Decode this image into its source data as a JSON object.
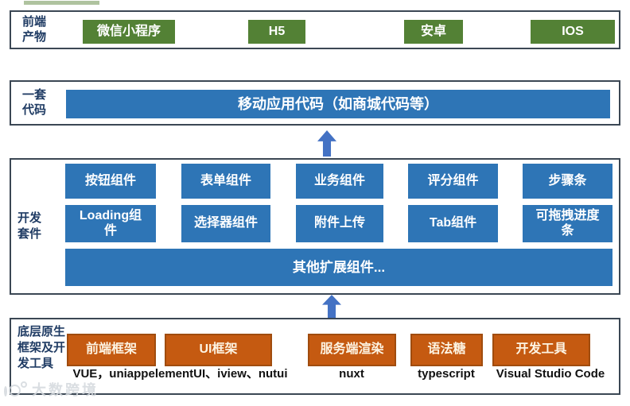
{
  "colors": {
    "product_green": "#538135",
    "component_blue": "#2e75b6",
    "framework_orange": "#c55a11",
    "arrow_blue": "#4472c4",
    "frame_border": "#3b4754",
    "label_navy": "#1f3b63"
  },
  "sections": {
    "products": {
      "label": "前端产物",
      "items": [
        "微信小程序",
        "H5",
        "安卓",
        "IOS"
      ]
    },
    "codebase": {
      "label": "一套代码",
      "box": "移动应用代码（如商城代码等）"
    },
    "devkit": {
      "label": "开发套件",
      "row1": [
        "按钮组件",
        "表单组件",
        "业务组件",
        "评分组件",
        "步骤条"
      ],
      "row2": [
        "Loading组件",
        "选择器组件",
        "附件上传",
        "Tab组件",
        "可拖拽进度条"
      ],
      "more_box": "其他扩展组件..."
    },
    "foundation": {
      "label": "底层原生框架及开发工具",
      "items": [
        {
          "label": "前端框架",
          "caption": "VUE，uniapp"
        },
        {
          "label": "UI框架",
          "caption": "elementUI、iview、nutui"
        },
        {
          "label": "服务端渲染",
          "caption": "nuxt"
        },
        {
          "label": "语法糖",
          "caption": "typescript"
        },
        {
          "label": "开发工具",
          "caption": "Visual Studio Code"
        }
      ]
    }
  },
  "watermark": {
    "text": "大数跨境"
  }
}
